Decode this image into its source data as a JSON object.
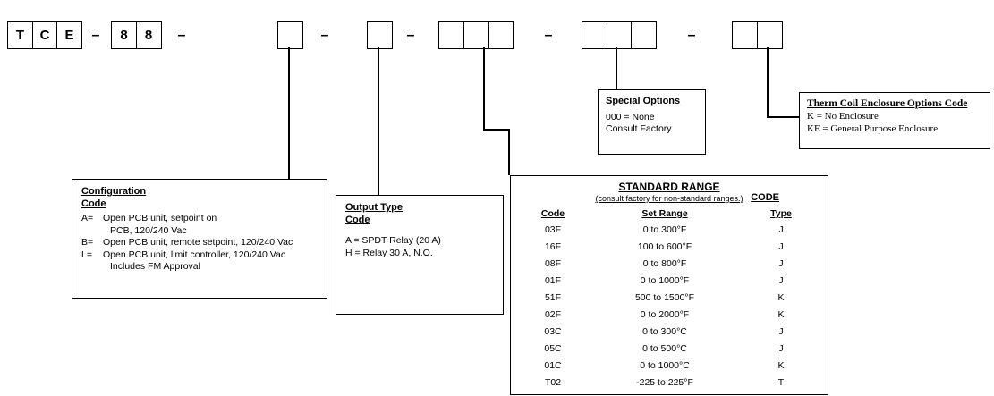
{
  "colors": {
    "line": "#000000",
    "background": "#ffffff",
    "text": "#000000"
  },
  "part_number": {
    "separator": "–",
    "prefix": [
      "T",
      "C",
      "E"
    ],
    "series": [
      "8",
      "8"
    ]
  },
  "callouts": {
    "configuration": {
      "title": "Configuration",
      "subtitle": "Code",
      "options": [
        {
          "code": "A=",
          "line1": "Open PCB unit, setpoint on",
          "line2": "PCB, 120/240 Vac"
        },
        {
          "code": "B=",
          "line1": "Open PCB unit, remote setpoint, 120/240 Vac"
        },
        {
          "code": "L=",
          "line1": "Open PCB unit, limit controller, 120/240 Vac",
          "line2": "Includes FM Approval"
        }
      ]
    },
    "output_type": {
      "title": "Output Type",
      "subtitle": "Code",
      "options": [
        "A = SPDT Relay (20 A)",
        "H = Relay 30 A, N.O."
      ]
    },
    "standard_range": {
      "title": "STANDARD RANGE",
      "note": "(consult factory for non-standard ranges.)",
      "note_suffix": "CODE",
      "columns": [
        "Code",
        "Set Range",
        "Type"
      ],
      "rows": [
        [
          "03F",
          "0 to 300°F",
          "J"
        ],
        [
          "16F",
          "100 to 600°F",
          "J"
        ],
        [
          "08F",
          "0 to 800°F",
          "J"
        ],
        [
          "01F",
          "0 to 1000°F",
          "J"
        ],
        [
          "51F",
          "500 to 1500°F",
          "K"
        ],
        [
          "02F",
          "0 to 2000°F",
          "K"
        ],
        [
          "03C",
          "0 to 300°C",
          "J"
        ],
        [
          "05C",
          "0 to 500°C",
          "J"
        ],
        [
          "01C",
          "0 to 1000°C",
          "K"
        ],
        [
          "T02",
          "-225 to 225°F",
          "T"
        ]
      ]
    },
    "special_options": {
      "title": "Special Options",
      "lines": [
        "000 = None",
        "Consult Factory"
      ]
    },
    "enclosure": {
      "title": "Therm Coil Enclosure Options Code",
      "lines": [
        "K = No Enclosure",
        "KE = General Purpose Enclosure"
      ]
    }
  }
}
